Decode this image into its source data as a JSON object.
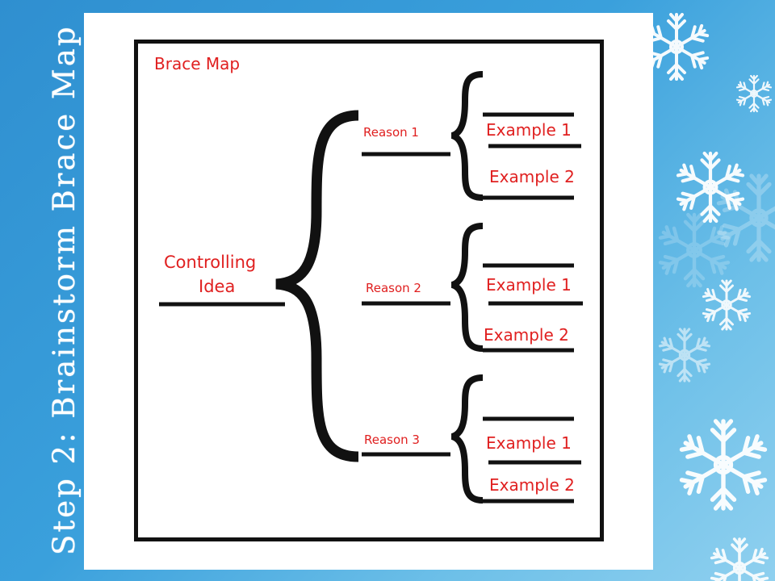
{
  "slide": {
    "side_title": "Step 2: Brainstorm Brace Map"
  },
  "diagram": {
    "title": "Brace Map",
    "controlling_idea": [
      "Controlling",
      "Idea"
    ],
    "reasons": [
      {
        "label": "Reason 1",
        "examples": [
          "Example 1",
          "Example 2"
        ]
      },
      {
        "label": "Reason 2",
        "examples": [
          "Example 1",
          "Example 2"
        ]
      },
      {
        "label": "Reason 3",
        "examples": [
          "Example 1",
          "Example 2"
        ]
      }
    ]
  },
  "colors": {
    "text": "#e02020",
    "lines": "#111111",
    "background": "#3aa0dc",
    "panel": "#ffffff"
  },
  "icons": [
    "snowflake-icon"
  ]
}
